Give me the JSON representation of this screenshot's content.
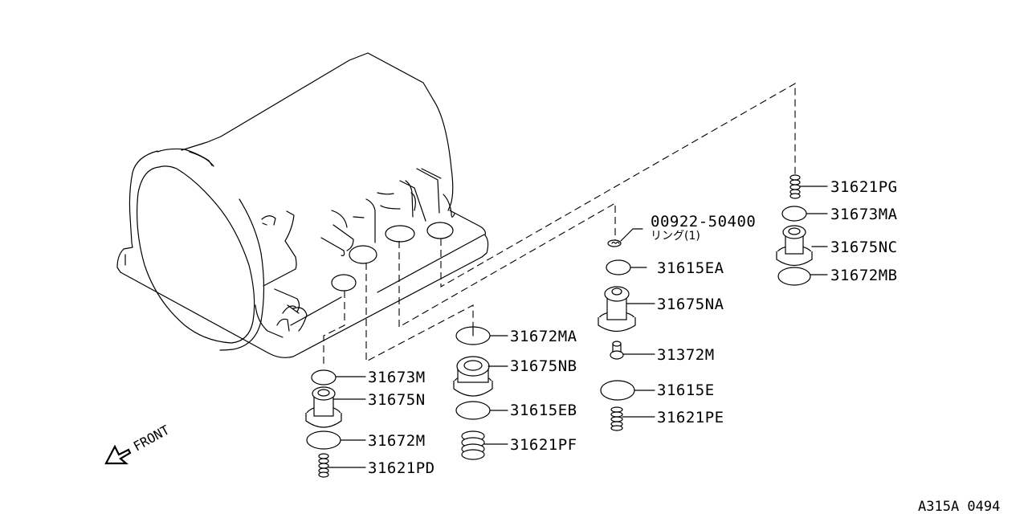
{
  "diagram": {
    "reference_code": "A315A 0494",
    "front_label": "FRONT",
    "subject": "Automatic transmission case with servo/accumulator pistons",
    "groups": [
      {
        "name": "left-group",
        "parts": [
          {
            "label": "31673M"
          },
          {
            "label": "31675N"
          },
          {
            "label": "31672M"
          },
          {
            "label": "31621PD"
          }
        ]
      },
      {
        "name": "center-group",
        "parts": [
          {
            "label": "31672MA"
          },
          {
            "label": "31675NB"
          },
          {
            "label": "31615EB"
          },
          {
            "label": "31621PF"
          }
        ]
      },
      {
        "name": "right-center-group",
        "parts": [
          {
            "label": "00922-50400",
            "sublabel": "リング(1)"
          },
          {
            "label": "31615EA"
          },
          {
            "label": "31675NA"
          },
          {
            "label": "31372M"
          },
          {
            "label": "31615E"
          },
          {
            "label": "31621PE"
          }
        ]
      },
      {
        "name": "right-group",
        "parts": [
          {
            "label": "31621PG"
          },
          {
            "label": "31673MA"
          },
          {
            "label": "31675NC"
          },
          {
            "label": "31672MB"
          }
        ]
      }
    ]
  }
}
